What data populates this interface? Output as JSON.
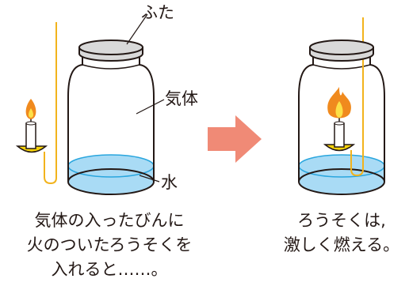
{
  "labels": {
    "lid": "ふた",
    "gas": "気体",
    "water": "水"
  },
  "captions": {
    "left": [
      "気体の入ったびんに",
      "火のついたろうそくを",
      "入れると……。"
    ],
    "right": [
      "ろうそくは,",
      "激しく燃える。"
    ]
  },
  "colors": {
    "outline": "#231815",
    "lid": "#d9d9d9",
    "water": "#a9dbf5",
    "water_line": "#2aa6de",
    "wire": "#f2b31c",
    "candle_holder": "#f5d20a",
    "flame_outer": "#f08a1e",
    "flame_inner": "#fde047",
    "arrow": "#f08a76"
  }
}
